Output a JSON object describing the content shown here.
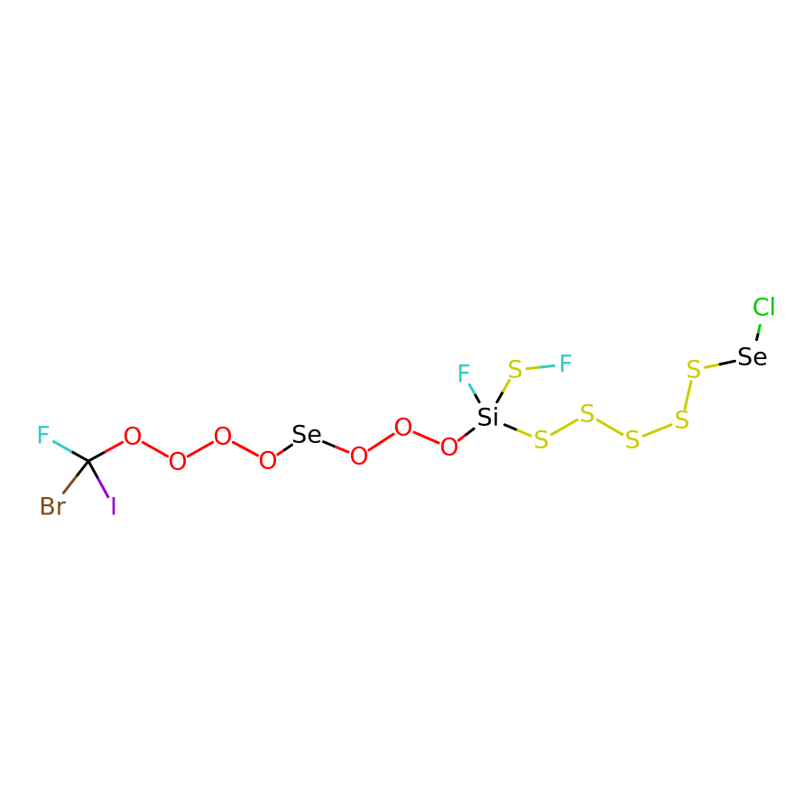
{
  "colors": {
    "C": "#000000",
    "F": "#33CCCC",
    "Br": "#7F4C19",
    "I": "#9400D3",
    "O": "#FF0000",
    "Se": "#000000",
    "Si": "#000000",
    "S": "#CCCC00",
    "Cl": "#00CC00"
  },
  "atoms": [
    {
      "id": "C1",
      "label": "",
      "element": "C"
    },
    {
      "id": "F1",
      "label": "F",
      "element": "F"
    },
    {
      "id": "Br1",
      "label": "Br",
      "element": "Br"
    },
    {
      "id": "I1",
      "label": "I",
      "element": "I"
    },
    {
      "id": "O1",
      "label": "O",
      "element": "O"
    },
    {
      "id": "O2",
      "label": "O",
      "element": "O"
    },
    {
      "id": "O3",
      "label": "O",
      "element": "O"
    },
    {
      "id": "O4",
      "label": "O",
      "element": "O"
    },
    {
      "id": "Se1",
      "label": "Se",
      "element": "Se"
    },
    {
      "id": "O5",
      "label": "O",
      "element": "O"
    },
    {
      "id": "O6",
      "label": "O",
      "element": "O"
    },
    {
      "id": "O7",
      "label": "O",
      "element": "O"
    },
    {
      "id": "Si1",
      "label": "Si",
      "element": "Si"
    },
    {
      "id": "F2",
      "label": "F",
      "element": "F"
    },
    {
      "id": "S1",
      "label": "S",
      "element": "S"
    },
    {
      "id": "F3",
      "label": "F",
      "element": "F"
    },
    {
      "id": "S2",
      "label": "S",
      "element": "S"
    },
    {
      "id": "S3",
      "label": "S",
      "element": "S"
    },
    {
      "id": "S4",
      "label": "S",
      "element": "S"
    },
    {
      "id": "S5",
      "label": "S",
      "element": "S"
    },
    {
      "id": "S6",
      "label": "S",
      "element": "S"
    },
    {
      "id": "Se2",
      "label": "Se",
      "element": "Se"
    },
    {
      "id": "Cl1",
      "label": "Cl",
      "element": "Cl"
    }
  ],
  "bonds": [
    [
      "C1",
      "F1"
    ],
    [
      "C1",
      "Br1"
    ],
    [
      "C1",
      "I1"
    ],
    [
      "C1",
      "O1"
    ],
    [
      "O1",
      "O2"
    ],
    [
      "O2",
      "O3"
    ],
    [
      "O3",
      "O4"
    ],
    [
      "O4",
      "Se1"
    ],
    [
      "Se1",
      "O5"
    ],
    [
      "O5",
      "O6"
    ],
    [
      "O6",
      "O7"
    ],
    [
      "O7",
      "Si1"
    ],
    [
      "Si1",
      "F2"
    ],
    [
      "Si1",
      "S1"
    ],
    [
      "S1",
      "F3"
    ],
    [
      "Si1",
      "S2"
    ],
    [
      "S2",
      "S3"
    ],
    [
      "S3",
      "S4"
    ],
    [
      "S4",
      "S5"
    ],
    [
      "S5",
      "S6"
    ],
    [
      "S6",
      "Se2"
    ],
    [
      "Se2",
      "Cl1"
    ]
  ]
}
